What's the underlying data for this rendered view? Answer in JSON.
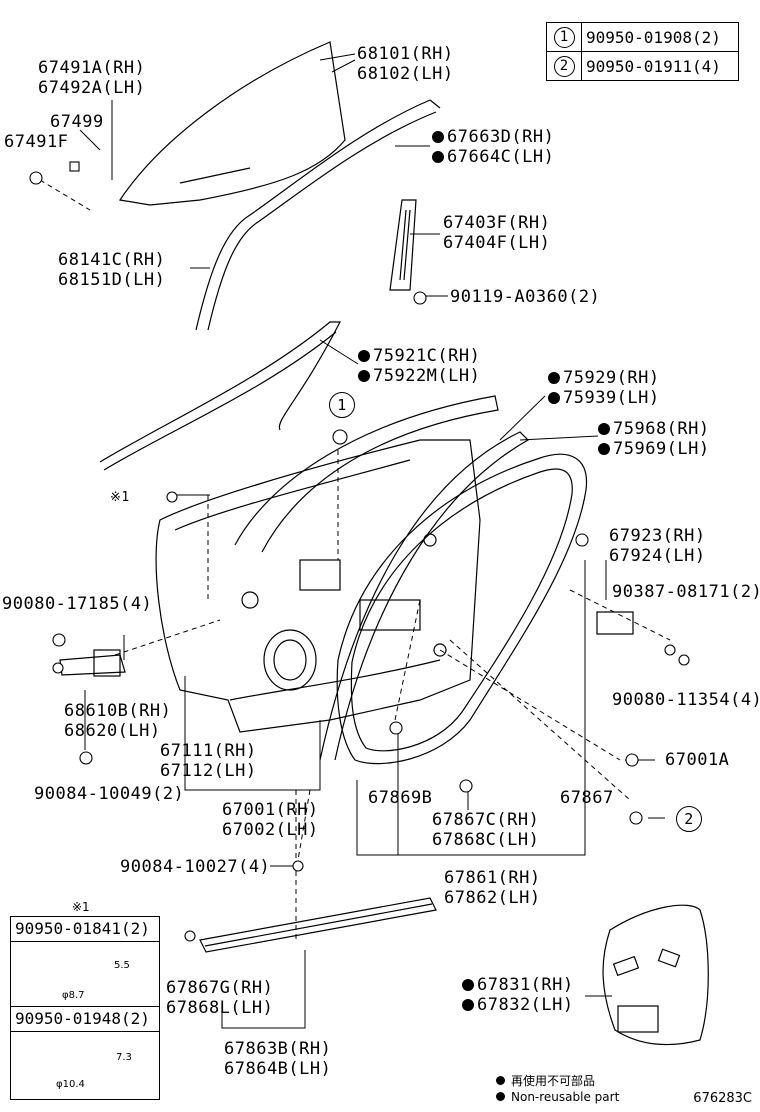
{
  "legend": [
    {
      "num": "1",
      "part": "90950-01908(2)"
    },
    {
      "num": "2",
      "part": "90950-01911(4)"
    }
  ],
  "labels": {
    "l67491a": "67491A(RH)",
    "l67492a": "67492A(LH)",
    "l67499": "67499",
    "l67491f": "67491F",
    "l68101": "68101(RH)",
    "l68102": "68102(LH)",
    "l67663d": "67663D(RH)",
    "l67664c": "67664C(LH)",
    "l67403f": "67403F(RH)",
    "l67404f": "67404F(LH)",
    "l90119": "90119-A0360(2)",
    "l68141c": "68141C(RH)",
    "l68151d": "68151D(LH)",
    "l75921c": "75921C(RH)",
    "l75922m": "75922M(LH)",
    "l75929": "75929(RH)",
    "l75939": "75939(LH)",
    "l75968": "75968(RH)",
    "l75969": "75969(LH)",
    "lnote1": "※1",
    "l67923": "67923(RH)",
    "l67924": "67924(LH)",
    "l90080a": "90080-17185(4)",
    "l90387": "90387-08171(2)",
    "l90080b": "90080-11354(4)",
    "l68610b": "68610B(RH)",
    "l68620": "68620(LH)",
    "l67111": "67111(RH)",
    "l67112": "67112(LH)",
    "l67001a": "67001A",
    "l90084a": "90084-10049(2)",
    "l67869b": "67869B",
    "l67867": "67867",
    "l67001": "67001(RH)",
    "l67002": "67002(LH)",
    "l67867c": "67867C(RH)",
    "l67868c": "67868C(LH)",
    "l90084b": "90084-10027(4)",
    "l67861": "67861(RH)",
    "l67862": "67862(LH)",
    "l67831": "67831(RH)",
    "l67832": "67832(LH)",
    "l67867g": "67867G(RH)",
    "l67868l": "67868L(LH)",
    "l67863b": "67863B(RH)",
    "l67864b": "67864B(LH)"
  },
  "callouts": {
    "c1": "1",
    "c2": "2"
  },
  "inset": {
    "note": "※1",
    "clip1": {
      "part": "90950-01841(2)",
      "h": "5.5",
      "d": "φ8.7"
    },
    "clip2": {
      "part": "90950-01948(2)",
      "h": "7.3",
      "d": "φ10.4"
    }
  },
  "footnote": {
    "cn": "再使用不可部品",
    "en": "Non-reusable part"
  },
  "ref": "676283C"
}
